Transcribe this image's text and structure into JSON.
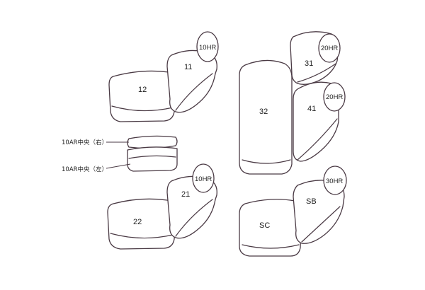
{
  "parts": {
    "p11": "11",
    "p10hr_a": "10HR",
    "p12": "12",
    "p32": "32",
    "p31": "31",
    "p20hr_a": "20HR",
    "p41": "41",
    "p20hr_b": "20HR",
    "p10ar_right": "10AR中央（右）",
    "p10ar_left": "10AR中央（左）",
    "p21": "21",
    "p10hr_b": "10HR",
    "p22": "22",
    "psc": "SC",
    "psb": "SB",
    "p30hr": "30HR"
  }
}
